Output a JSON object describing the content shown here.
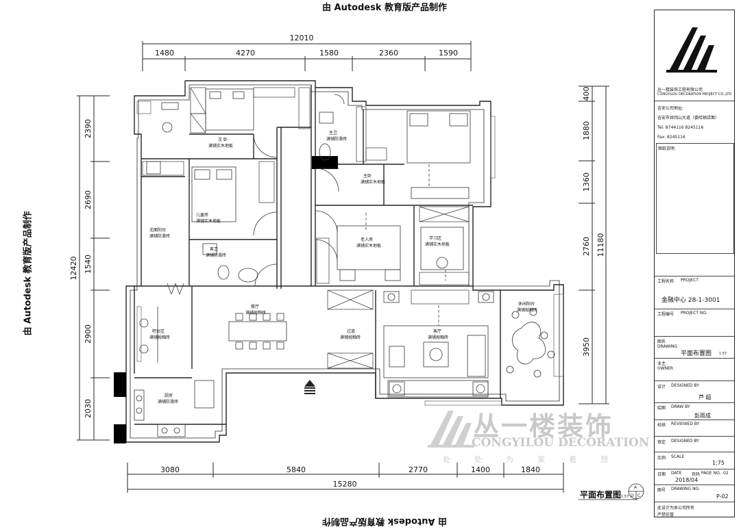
{
  "banner": "由 Autodesk 教育版产品制作",
  "dimensions": {
    "top_total": "12010",
    "top": [
      "1480",
      "4270",
      "1580",
      "2360",
      "1590"
    ],
    "bottom_total": "15280",
    "bottom": [
      "3080",
      "5840",
      "2770",
      "1400",
      "1840"
    ],
    "left_total": "12420",
    "left": [
      "2390",
      "2690",
      "1540",
      "2900",
      "2030"
    ],
    "right_total": "11180",
    "right": [
      "400",
      "1880",
      "1360",
      "2760",
      "3950"
    ]
  },
  "rooms": {
    "secondary_bedroom": [
      "次 卧",
      "满铺实木地板"
    ],
    "child_room": [
      "儿童房",
      "满铺实木地板"
    ],
    "master_bath": [
      "主卫",
      "满铺防滑砖"
    ],
    "master_bedroom": [
      "主卧",
      "满铺实木地板"
    ],
    "north_balcony": [
      "北面阳台",
      "满铺防滑砖"
    ],
    "guest_bath": [
      "客卫",
      "满铺防滑砖"
    ],
    "elderly_room": [
      "老人房",
      "满铺实木地板"
    ],
    "study": [
      "学习区",
      "满铺实木地板"
    ],
    "bar_area": [
      "吧台区",
      "满铺抛釉砖"
    ],
    "dining": [
      "餐厅",
      "满铺抛釉砖"
    ],
    "corridor": [
      "过道",
      "满铺抛釉砖"
    ],
    "living": [
      "客厅",
      "满铺抛釉砖"
    ],
    "leisure_balcony": [
      "休闲阳台",
      "满铺抛釉砖"
    ],
    "kitchen": [
      "厨房",
      "满铺防滑砖"
    ]
  },
  "title_block": {
    "company_cn": "丛一楼装饰工程有限公司",
    "company_en": "CONGYILOU DECORATION PROJECT CO.,LTD",
    "address_label": "吉安公司地址:",
    "address": "吉安市井冈山大道（委哈顿店面）",
    "tel": "Tel: 8744116 8245116",
    "fax": "Fax: 8245116",
    "desc_label": "图纸说明",
    "project_label": "工程名称",
    "project_en": "PROJECT",
    "project_value": "金融中心 28-1-3001",
    "project_no_label": "工程编号",
    "project_no_en": "PROJECT NO.",
    "drawing_label": "图名",
    "drawing_en": "DRAWING",
    "drawing_value": "平面布置图",
    "drawing_value_sub": "1:57",
    "owner_label": "业主",
    "owner_en": "OWNER",
    "design_label": "设计",
    "design_en": "DESIGNED BY",
    "design_value": "芦 超",
    "draw_label": "绘图",
    "draw_en": "DRAW BY",
    "draw_value": "彭雨成",
    "review_label": "校核",
    "review_en": "REVIEWED BY",
    "approve_label": "审定",
    "approve_en": "DESIGNED BY",
    "scale_label": "比例",
    "scale_en": "SCALE",
    "scale_value": "1:75",
    "date_label": "日期",
    "date_en": "DATE",
    "page_label": "页码",
    "page_en": "PAGE NO.",
    "page_value": "02",
    "date_value": "2018/04",
    "drawing_no_label": "图号",
    "drawing_no_en": "DRAWING NO.",
    "drawing_no_value": "P-02",
    "copyright_1": "此设计为本公司所有",
    "copyright_2": "严禁仿冒"
  },
  "watermark": {
    "brand_cn": "丛一楼装饰",
    "brand_en": "CONGYILOU DECORATION",
    "slogan": "处处为家着想"
  },
  "plan_title": "平面布置图",
  "plan_title_sub": "1:57",
  "stamp": [
    "A",
    "D",
    "C"
  ]
}
